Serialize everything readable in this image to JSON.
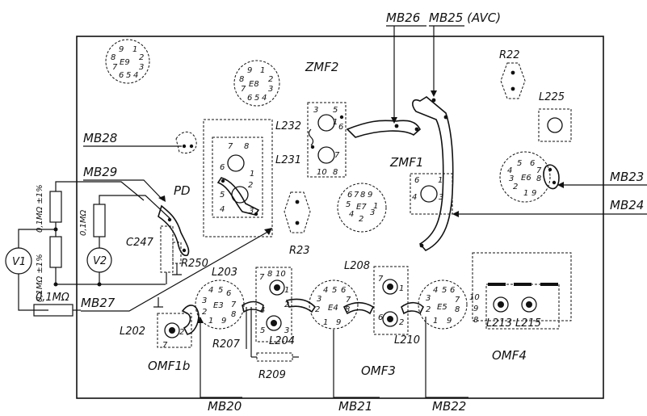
{
  "labels": {
    "mb26": "MB26",
    "mb25": "MB25 (AVC)",
    "mb28": "MB28",
    "mb29": "MB29",
    "mb27": "MB27",
    "mb23": "MB23",
    "mb24": "MB24",
    "mb20": "MB20",
    "mb21": "MB21",
    "mb22": "MB22",
    "zmf2": "ZMF2",
    "zmf1": "ZMF1",
    "pd": "PD",
    "omf1b": "OMF1b",
    "omf3": "OMF3",
    "omf4": "OMF4",
    "e9": "E9",
    "e8": "E8",
    "e7": "E7",
    "e6": "E6",
    "e3": "E3",
    "e4": "E4",
    "e5": "E5",
    "r22": "R22",
    "r23": "R23",
    "r207": "R207",
    "r209": "R209",
    "r250": "R250",
    "l225": "L225",
    "l232": "L232",
    "l231": "L231",
    "l202": "L202",
    "l203": "L203",
    "l204": "L204",
    "l208": "L208",
    "l210": "L210",
    "l213": "L213",
    "l215": "L215",
    "c247": "C247",
    "v1": "V1",
    "v2": "V2",
    "res_top": "0,1MΩ ±1%",
    "res_mid": "0,1MΩ ±1%",
    "res_v2": "0,1MΩ",
    "res_bottom": "0,1MΩ"
  },
  "socket_pins": {
    "e9": [
      "9",
      "1",
      "8",
      "2",
      "7",
      "3",
      "6",
      "5",
      "4"
    ],
    "e8": [
      "9",
      "1",
      "8",
      "2",
      "7",
      "3",
      "6",
      "5",
      "4"
    ],
    "e7": [
      "6",
      "7",
      "8",
      "9",
      "5",
      "1",
      "4",
      "2",
      "3"
    ],
    "e6": [
      "5",
      "6",
      "4",
      "7",
      "3",
      "8",
      "2",
      "1",
      "9"
    ],
    "e3": [
      "4",
      "5",
      "6",
      "3",
      "7",
      "2",
      "8",
      "1",
      "9"
    ],
    "e4": [
      "4",
      "5",
      "6",
      "3",
      "7",
      "2",
      "8",
      "1",
      "9"
    ],
    "e5": [
      "4",
      "5",
      "6",
      "3",
      "7",
      "2",
      "8",
      "1",
      "9"
    ]
  },
  "coil_pins": {
    "zmf2": [
      "3",
      "5",
      "1",
      "6",
      "7",
      "10",
      "8"
    ],
    "zmf1": [
      "6",
      "1",
      "4",
      "3"
    ],
    "pd": [
      "7",
      "8",
      "6",
      "2",
      "1",
      "5",
      "4",
      "3"
    ],
    "l203": [
      "7",
      "8",
      "10",
      "1",
      "2",
      "4",
      "5",
      "3"
    ],
    "l208": [
      "7",
      "1",
      "6",
      "2"
    ],
    "omf4": [
      "10",
      "9",
      "8"
    ]
  }
}
